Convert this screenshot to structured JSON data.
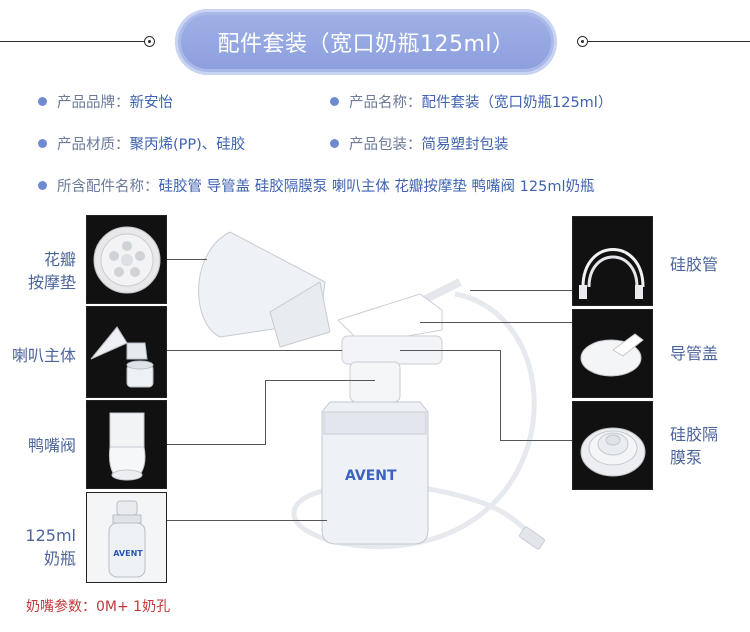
{
  "header": {
    "title": "配件套装（宽口奶瓶125ml）"
  },
  "info": {
    "brand_label": "产品品牌：",
    "brand_value": "新安怡",
    "name_label": "产品名称：",
    "name_value": "配件套装（宽口奶瓶125ml）",
    "material_label": "产品材质：",
    "material_value": "聚丙烯(PP)、硅胶",
    "package_label": "产品包装：",
    "package_value": "简易塑封包装",
    "parts_label": "所含配件名称：",
    "parts_value": "硅胶管   导管盖   硅胶隔膜泵  喇叭主体  花瓣按摩垫  鸭嘴阀  125ml奶瓶"
  },
  "parts_left": [
    {
      "label": "花瓣\n按摩垫"
    },
    {
      "label": "喇叭主体"
    },
    {
      "label": "鸭嘴阀"
    },
    {
      "label": "125ml\n奶瓶"
    }
  ],
  "parts_right": [
    {
      "label": "硅胶管"
    },
    {
      "label": "导管盖"
    },
    {
      "label": "硅胶隔\n膜泵"
    }
  ],
  "bottle_brand_text": "AVENT",
  "footnote": "奶嘴参数：0M+ 1奶孔"
}
